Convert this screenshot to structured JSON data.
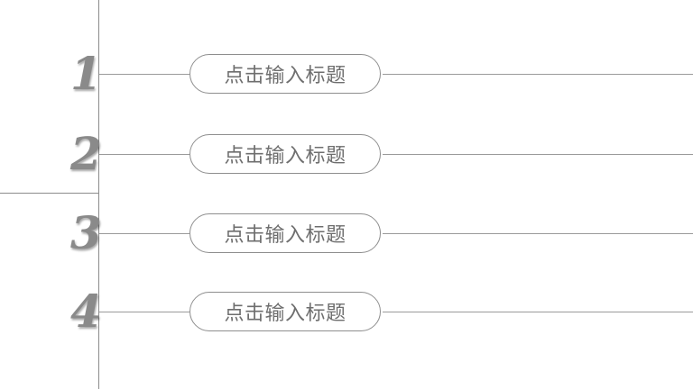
{
  "items": [
    {
      "number": "1",
      "title": "点击输入标题"
    },
    {
      "number": "2",
      "title": "点击输入标题"
    },
    {
      "number": "3",
      "title": "点击输入标题"
    },
    {
      "number": "4",
      "title": "点击输入标题"
    }
  ],
  "colors": {
    "line": "#8c8c8c",
    "number": "#8a8a8a",
    "pill_text": "#6e6e6e",
    "pill_border": "#8e8e8e"
  }
}
